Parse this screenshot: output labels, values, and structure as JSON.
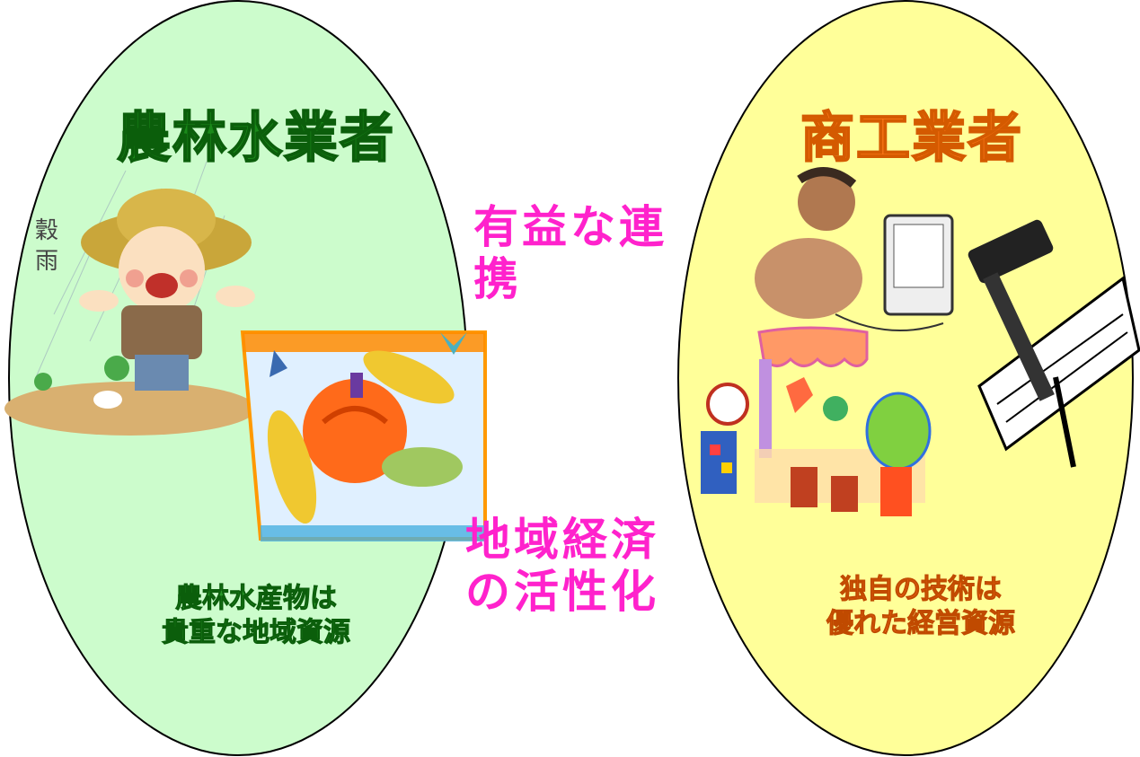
{
  "left": {
    "title": "農林水業者",
    "caption_line1": "農林水産物は",
    "caption_line2": "貴重な地域資源",
    "rain_label_1": "穀",
    "rain_label_2": "雨",
    "fill_color": "#ccfccc"
  },
  "right": {
    "title": "商工業者",
    "caption_line1": "独自の技術は",
    "caption_line2": "優れた経営資源",
    "fill_color": "#ffff99"
  },
  "center": {
    "top_line1": "有益な連",
    "top_line2": "携",
    "bottom_line1": "地域経済",
    "bottom_line2": "の活性化",
    "text_color": "#ff22cc"
  },
  "icons": [
    "farmer-icon",
    "harvest-vegetables-icon",
    "office-worker-computer-icon",
    "flower-shop-icon",
    "hammer-chisel-wood-icon"
  ]
}
